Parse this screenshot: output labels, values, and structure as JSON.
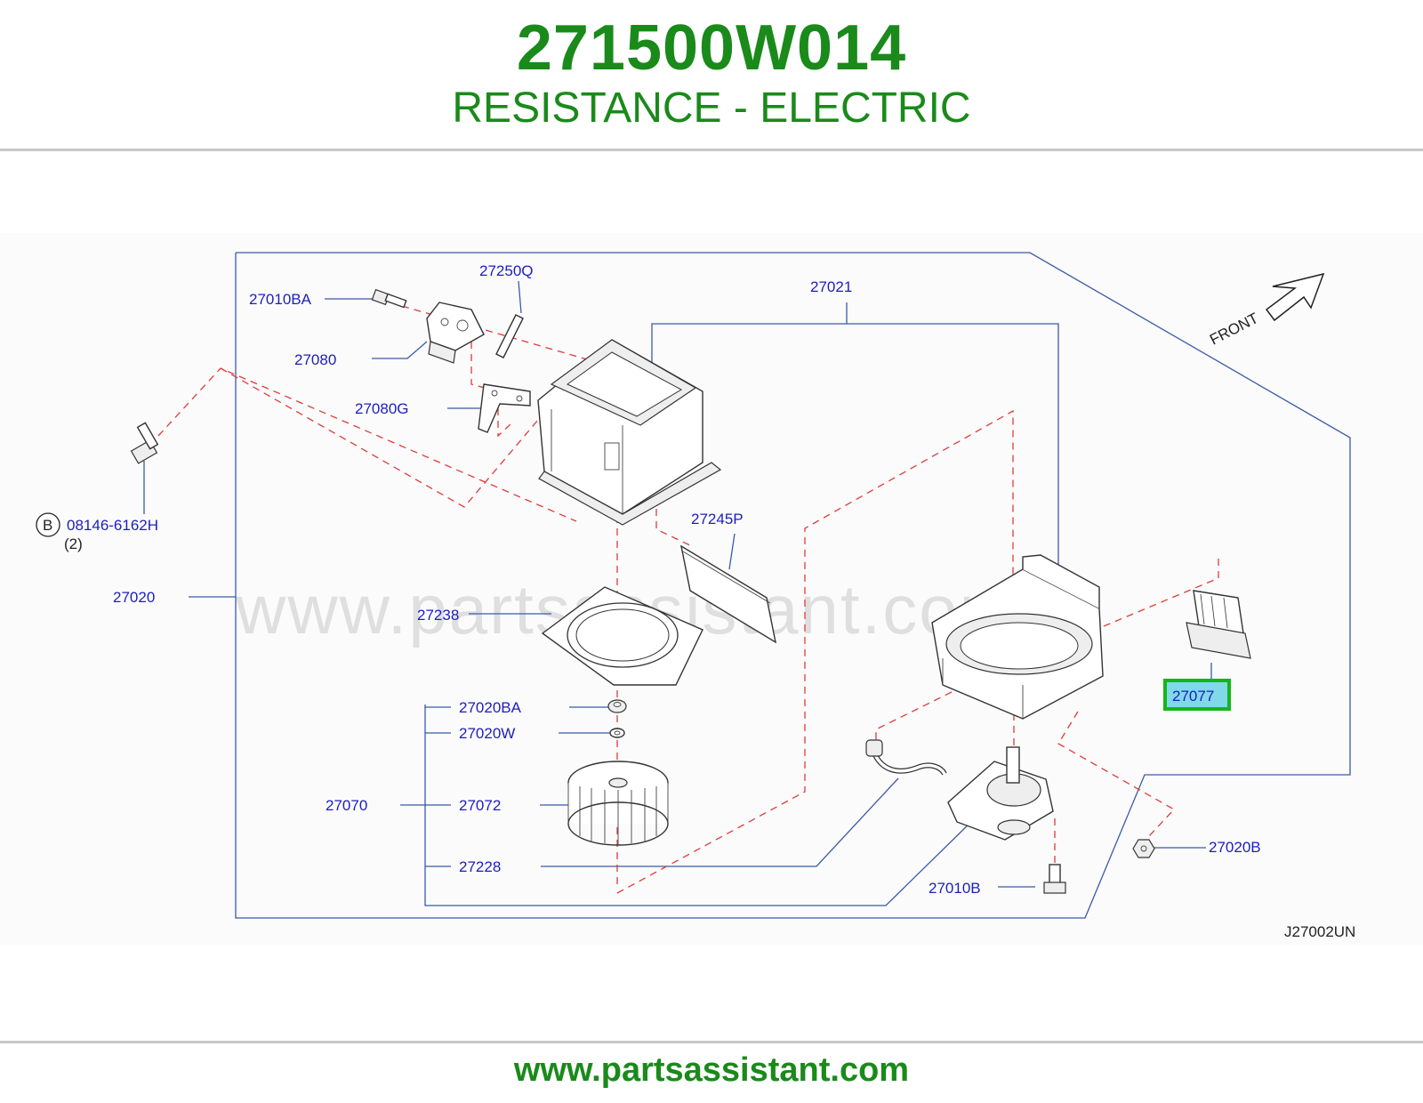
{
  "header": {
    "part_number": "271500W014",
    "description": "RESISTANCE - ELECTRIC"
  },
  "diagram": {
    "watermark": "www.partsassistant.com",
    "front_label": "FRONT",
    "drawing_code": "J27002UN",
    "bolt_circle_letter": "B",
    "bolt_qty": "(2)",
    "highlight_color": "#16b516",
    "callouts": {
      "p27010BA": "27010BA",
      "p27250Q": "27250Q",
      "p27021": "27021",
      "p27080": "27080",
      "p27080G": "27080G",
      "p08146": "08146-6162H",
      "p27245P": "27245P",
      "p27020": "27020",
      "p27238": "27238",
      "p27077": "27077",
      "p27020BA": "27020BA",
      "p27020W": "27020W",
      "p27070": "27070",
      "p27072": "27072",
      "p27228": "27228",
      "p27020B": "27020B",
      "p27010B": "27010B"
    }
  },
  "footer": {
    "url": "www.partsassistant.com"
  }
}
